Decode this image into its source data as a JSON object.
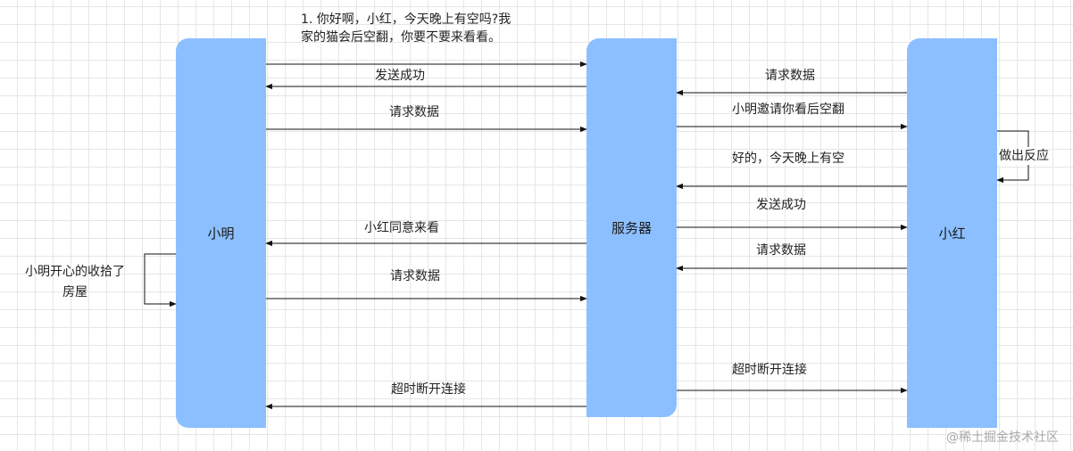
{
  "lanes": {
    "ming": "小明",
    "server": "服务器",
    "hong": "小红"
  },
  "messages": {
    "m1_line1": "1. 你好啊，小红，今天晚上有空吗?我",
    "m1_line2": "家的猫会后空翻，你要不要来看看。",
    "m2": "发送成功",
    "m3": "请求数据",
    "m4": "小红同意来看",
    "m5": "请求数据",
    "m6": "超时断开连接",
    "h1": "请求数据",
    "h2": "小明邀请你看后空翻",
    "h3": "好的，今天晚上有空",
    "h4": "发送成功",
    "h5": "请求数据",
    "h6": "超时断开连接"
  },
  "self_loops": {
    "ming_line1": "小明开心的收拾了",
    "ming_line2": "房屋",
    "hong": "做出反应"
  },
  "watermark": "@稀土掘金技术社区"
}
